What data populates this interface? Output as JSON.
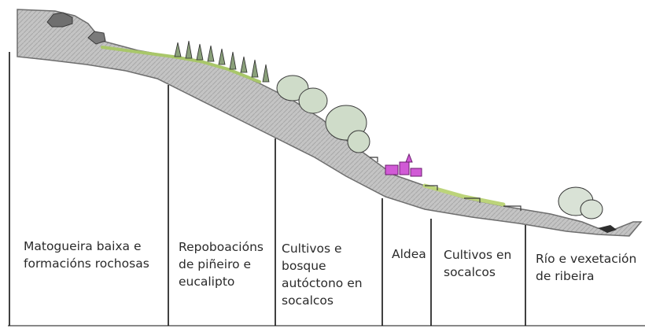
{
  "diagram": {
    "zones": [
      {
        "label": "Matogueira baixa e\nformacións rochosas"
      },
      {
        "label": "Repoboacións\nde piñeiro e\neucalipto"
      },
      {
        "label": "Cultivos e\nbosque\nautóctono en\nsocalcos"
      },
      {
        "label": "Aldea"
      },
      {
        "label": "Cultivos en\nsocalcos"
      },
      {
        "label": "Río e vexetación\nde ribeira"
      }
    ],
    "colors": {
      "rock": "#b9b9b9",
      "rock_dark": "#7d7d7d",
      "grass": "#a9c76a",
      "tree": "#c9d7c4",
      "village": "#d15ad6",
      "line": "#111111"
    }
  }
}
